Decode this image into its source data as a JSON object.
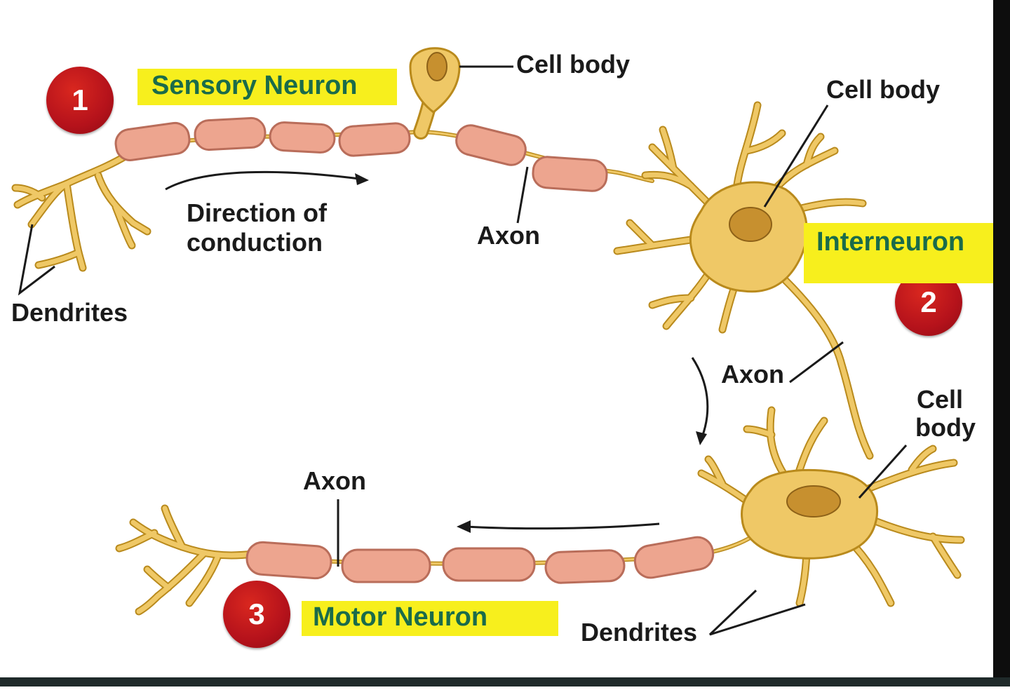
{
  "colors": {
    "myelin": "#eda58f",
    "myelin_stroke": "#b96d5a",
    "neuron_body": "#efc866",
    "neuron_stroke": "#b98a1c",
    "nucleus": "#c7902f",
    "highlight": "#f7ef1d",
    "title_green": "#1a6b4a",
    "badge_red": "#b5121b"
  },
  "sensory": {
    "badge": "1",
    "title": "Sensory Neuron",
    "cell_body": "Cell body",
    "dendrites": "Dendrites",
    "axon": "Axon",
    "direction": [
      "Direction of",
      "conduction"
    ]
  },
  "interneuron": {
    "badge": "2",
    "title": "Interneuron",
    "cell_body": "Cell body",
    "axon": "Axon"
  },
  "motor": {
    "badge": "3",
    "title": "Motor Neuron",
    "cell_body": [
      "Cell",
      "body"
    ],
    "axon": "Axon",
    "dendrites": "Dendrites"
  },
  "icons": {
    "arrow": "arrow-icon"
  }
}
